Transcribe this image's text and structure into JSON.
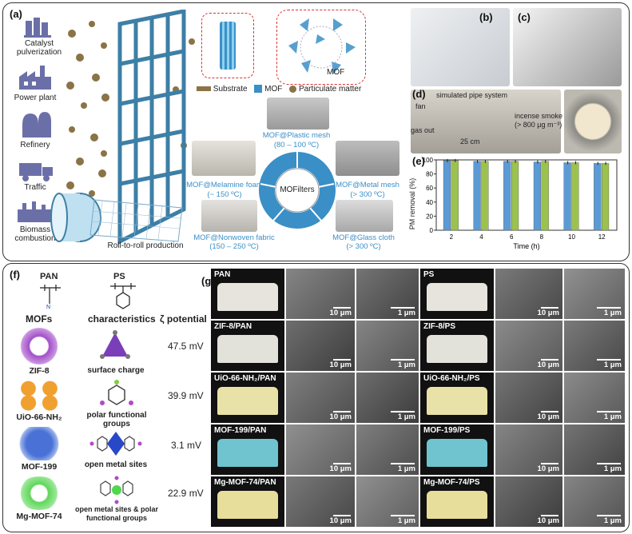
{
  "panel_a": {
    "label": "(a)",
    "sources": [
      {
        "name": "Catalyst pulverization"
      },
      {
        "name": "Power plant"
      },
      {
        "name": "Refinery"
      },
      {
        "name": "Traffic"
      },
      {
        "name": "Biomass combustion"
      }
    ],
    "roll_caption": "Roll-to-roll production",
    "legend": {
      "substrate": "Substrate",
      "mof": "MOF",
      "pm": "Particulate matter"
    },
    "mof_label": "MOF",
    "center_label": "MOFilters",
    "filters": [
      {
        "name": "MOF@Plastic mesh",
        "temp": "(80 – 100 ºC)"
      },
      {
        "name": "MOF@Melamine foam",
        "temp": "(~ 150 ºC)"
      },
      {
        "name": "MOF@Metal mesh",
        "temp": "(> 300 ºC)"
      },
      {
        "name": "MOF@Nonwoven fabric",
        "temp": "(150 – 250 ºC)"
      },
      {
        "name": "MOF@Glass cloth",
        "temp": "(> 300 ºC)"
      }
    ],
    "colors": {
      "accent": "#3a8fc7",
      "grid": "#3d7fa6",
      "particle": "#8a7346"
    }
  },
  "panel_b": {
    "label": "(b)"
  },
  "panel_c": {
    "label": "(c)"
  },
  "panel_d": {
    "label": "(d)",
    "fan": "fan",
    "gas_out": "gas out",
    "pipe": "simulated pipe system",
    "smoke_line1": "incense smoke",
    "smoke_line2": "(> 800 μg m⁻³)",
    "length": "25 cm"
  },
  "panel_e": {
    "label": "(e)"
  },
  "chart_data": {
    "type": "bar",
    "categories": [
      "2",
      "4",
      "6",
      "8",
      "10",
      "12"
    ],
    "series": [
      {
        "values": [
          99,
          98,
          98,
          97,
          96,
          95
        ],
        "color": "#5b9bd5"
      },
      {
        "values": [
          99,
          98,
          98,
          98,
          96,
          95
        ],
        "color": "#9bc24f"
      }
    ],
    "xlabel": "Time (h)",
    "ylabel": "PM removal (%)",
    "ylim": [
      0,
      100
    ],
    "yticks": [
      "0",
      "20",
      "40",
      "60",
      "80",
      "100"
    ]
  },
  "panel_f": {
    "label": "(f)",
    "polymers": [
      {
        "name": "PAN"
      },
      {
        "name": "PS"
      }
    ],
    "headers": {
      "mofs": "MOFs",
      "characteristics": "characteristics",
      "zeta": "ζ potential"
    },
    "rows": [
      {
        "mof": "ZIF-8",
        "characteristic": "surface charge",
        "zeta": "47.5 mV",
        "color": "#a24fc8"
      },
      {
        "mof": "UiO-66-NH₂",
        "characteristic": "polar functional groups",
        "zeta": "39.9 mV",
        "color": "#f0a030"
      },
      {
        "mof": "MOF-199",
        "characteristic": "open metal sites",
        "zeta": "3.1 mV",
        "color": "#4a72d6"
      },
      {
        "mof": "Mg-MOF-74",
        "characteristic": "open metal sites & polar functional groups",
        "zeta": "22.9 mV",
        "color": "#5fd65a"
      }
    ]
  },
  "panel_g": {
    "label": "(g)",
    "scale_10": "10 μm",
    "scale_1": "1 μm",
    "rows": [
      {
        "left": "PAN",
        "right": "PS",
        "color": "#e6e4dc"
      },
      {
        "left": "ZIF-8/PAN",
        "right": "ZIF-8/PS",
        "color": "#e2e1da"
      },
      {
        "left": "UiO-66-NH₂/PAN",
        "right": "UiO-66-NH₂/PS",
        "color": "#e8e2a8"
      },
      {
        "left": "MOF-199/PAN",
        "right": "MOF-199/PS",
        "color": "#6fc4cf"
      },
      {
        "left": "Mg-MOF-74/PAN",
        "right": "Mg-MOF-74/PS",
        "color": "#e6de9a"
      }
    ]
  }
}
